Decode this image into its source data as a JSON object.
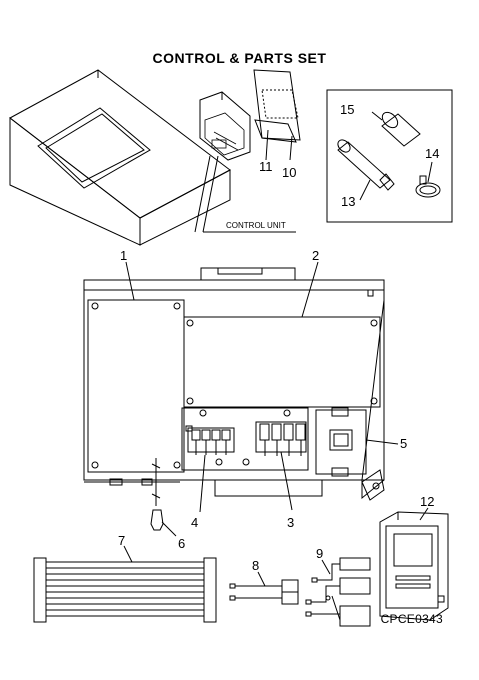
{
  "title": "CONTROL & PARTS SET",
  "control_unit_label": "CONTROL UNIT",
  "drawing_ref": "CPCE0343",
  "callouts": {
    "c1": "1",
    "c2": "2",
    "c3": "3",
    "c4": "4",
    "c5": "5",
    "c6": "6",
    "c7": "7",
    "c8": "8",
    "c9": "9",
    "c10": "10",
    "c11": "11",
    "c12": "12",
    "c13": "13",
    "c14": "14",
    "c15": "15"
  }
}
